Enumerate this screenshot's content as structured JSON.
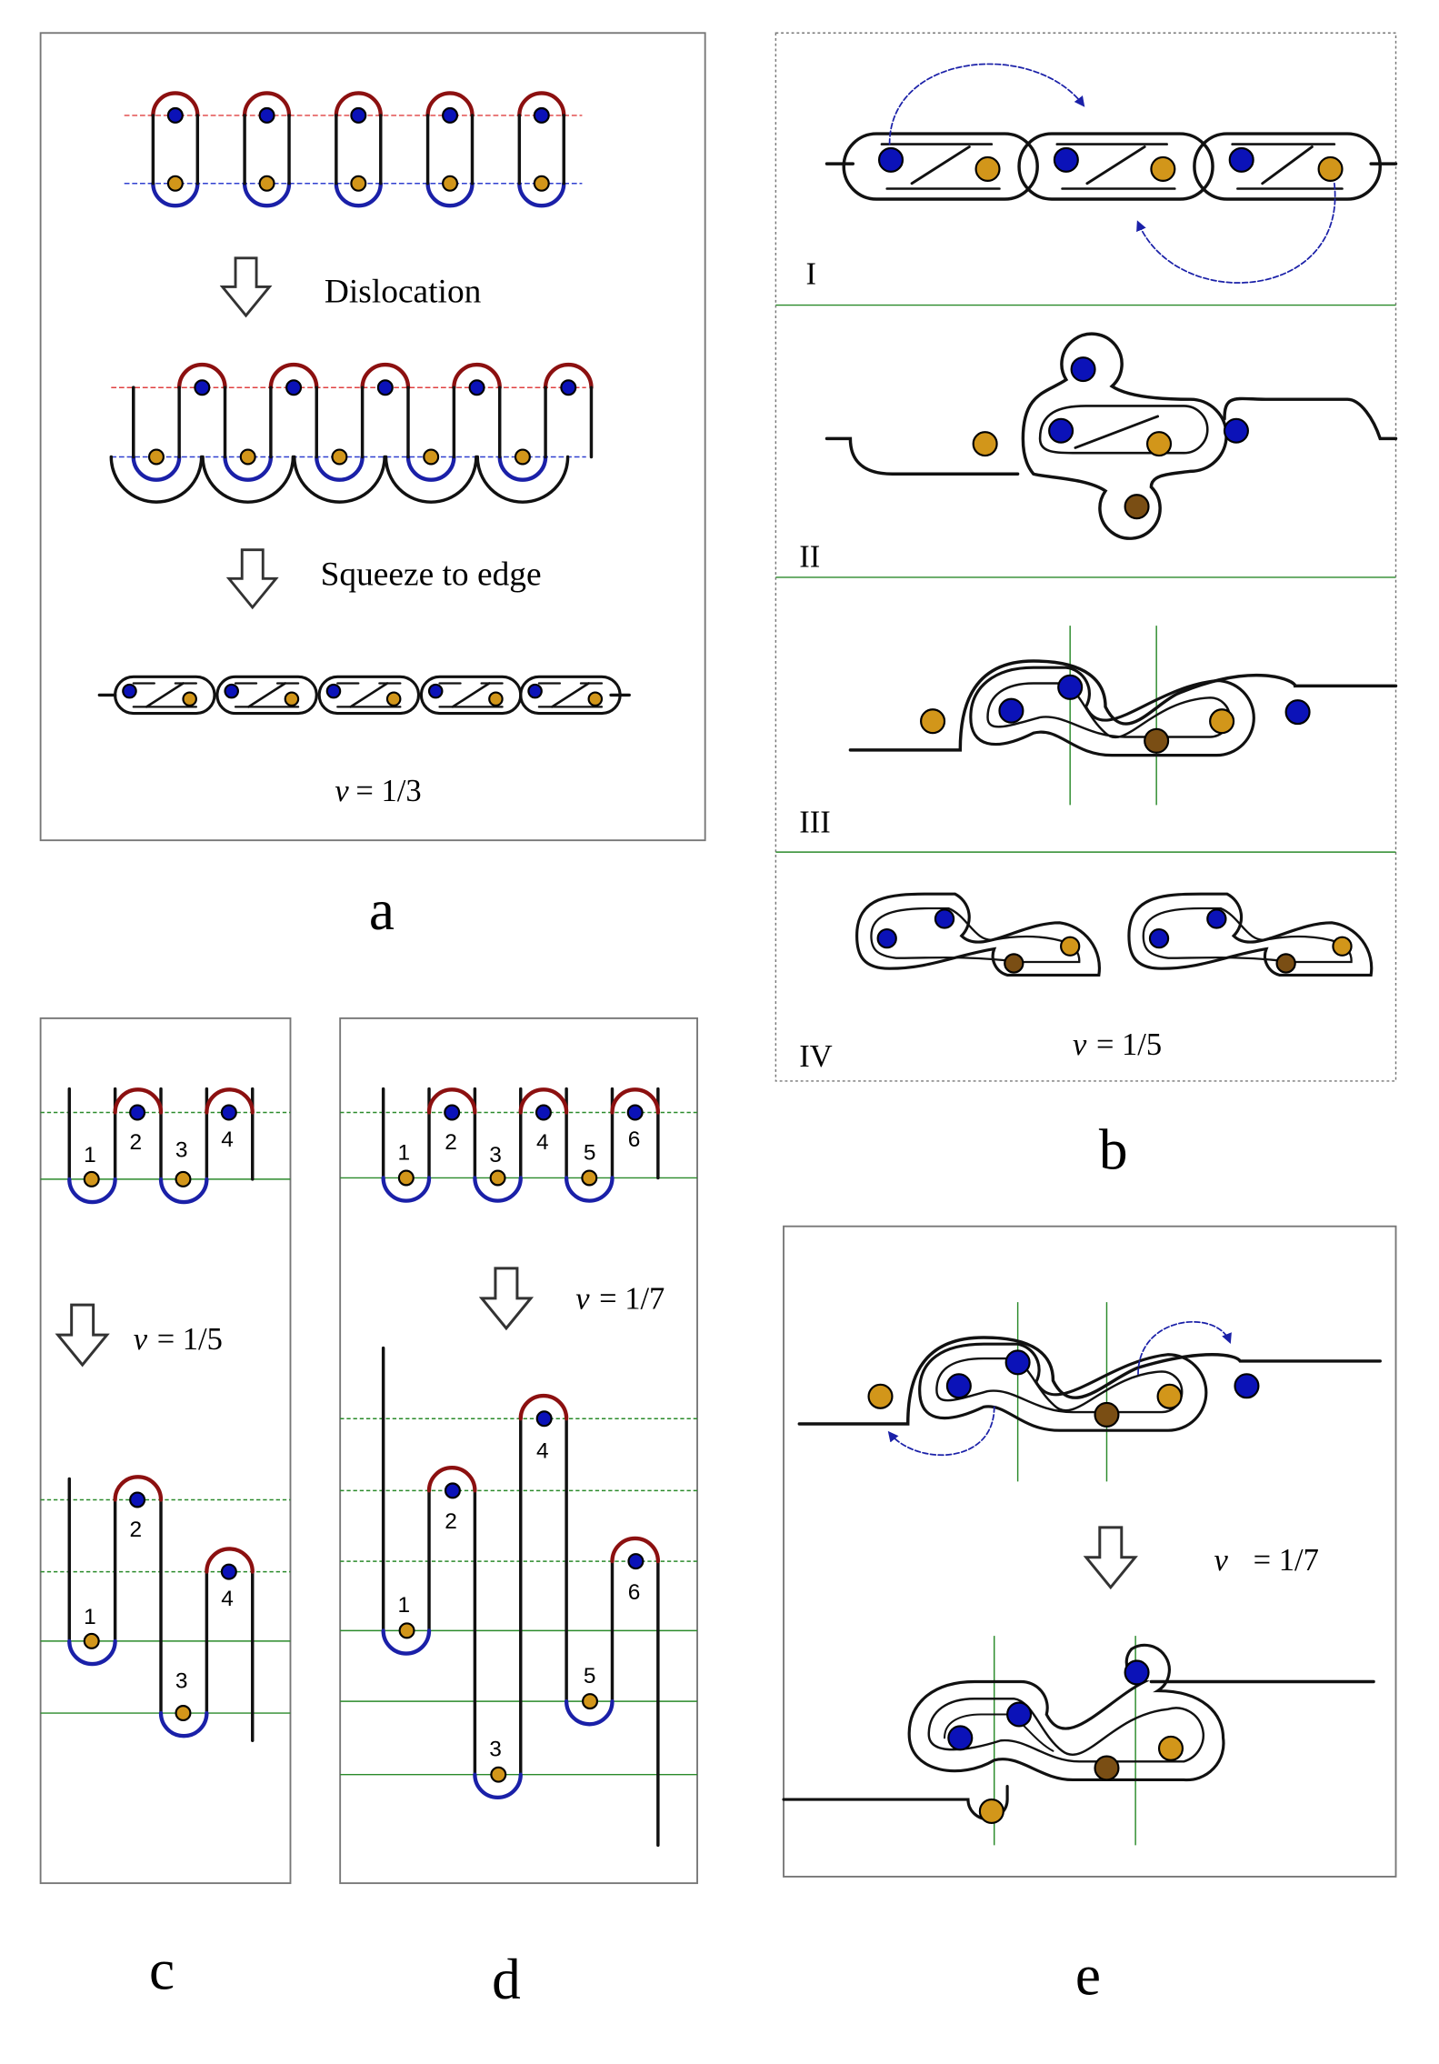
{
  "colors": {
    "blue_charge": "#0b12b8",
    "orange_charge": "#d2961a",
    "brown_charge": "#7a4e14",
    "red_loop": "#8c1010",
    "blue_loop": "#1a20a8",
    "line": "#111111",
    "guide_green": "#2a8a2a",
    "panel_border": "#777777",
    "red_guide": "#e04040",
    "blue_guide": "#3040d0"
  },
  "panel_a": {
    "label": "a",
    "step1": "Dislocation",
    "step2": "Squeeze to edge",
    "nu_symbol": "v",
    "nu_value": "= 1/3"
  },
  "panel_b": {
    "label": "b",
    "stages": [
      "I",
      "II",
      "III",
      "IV"
    ],
    "nu_symbol": "v",
    "nu_value": "= 1/5"
  },
  "panel_c": {
    "label": "c",
    "nu_symbol": "v",
    "nu_value": "= 1/5",
    "top_numbers": [
      "1",
      "2",
      "3",
      "4"
    ],
    "bottom_numbers": [
      "1",
      "2",
      "3",
      "4"
    ]
  },
  "panel_d": {
    "label": "d",
    "nu_symbol": "v",
    "nu_value": "= 1/7",
    "top_numbers": [
      "1",
      "2",
      "3",
      "4",
      "5",
      "6"
    ],
    "bottom_numbers": [
      "1",
      "2",
      "3",
      "4",
      "5",
      "6"
    ]
  },
  "panel_e": {
    "label": "e",
    "nu_symbol": "v",
    "nu_value": "= 1/7"
  }
}
